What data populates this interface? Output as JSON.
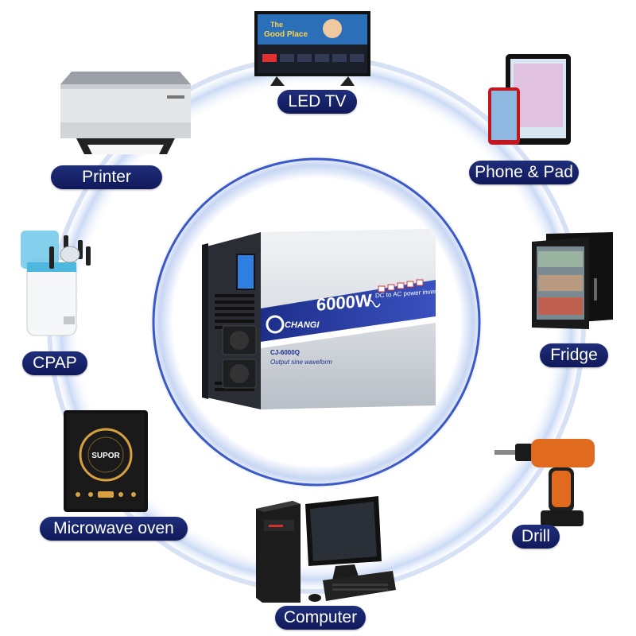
{
  "product": {
    "brand": "CHANGI",
    "power": "6000W",
    "model": "CJ-6000Q",
    "waveform_text": "Output sine waveform",
    "type_text": "DC to AC power inverter"
  },
  "devices": [
    {
      "label": "LED TV",
      "icon": "tv-icon"
    },
    {
      "label": "Phone & Pad",
      "icon": "tablet-icon"
    },
    {
      "label": "Fridge",
      "icon": "fridge-icon"
    },
    {
      "label": "Drill",
      "icon": "drill-icon"
    },
    {
      "label": "Computer",
      "icon": "computer-icon"
    },
    {
      "label": "Microwave oven",
      "icon": "induction-cooker-icon"
    },
    {
      "label": "CPAP",
      "icon": "cpap-icon"
    },
    {
      "label": "Printer",
      "icon": "printer-icon"
    }
  ],
  "tv_screen": {
    "line1": "The",
    "line2": "Good Place"
  },
  "cooker_brand": "SUPOR",
  "colors": {
    "label_bg": "#1a2670",
    "ring": "#c8d4f0",
    "inverter_band": "#2a3fa0"
  }
}
